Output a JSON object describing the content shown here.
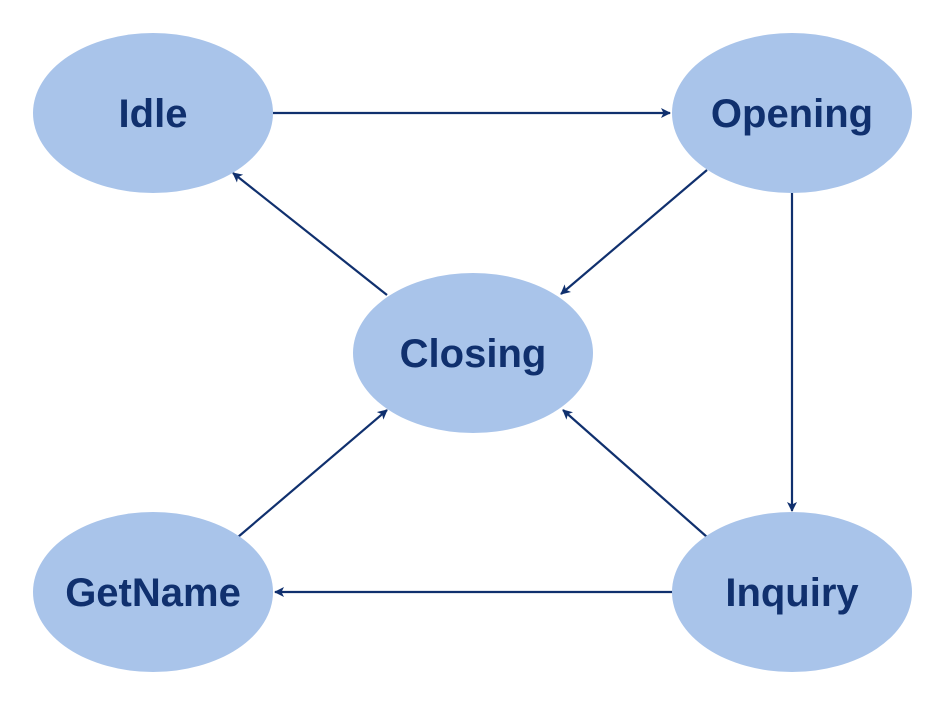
{
  "diagram": {
    "colors": {
      "node_fill": "#a9c4ea",
      "text": "#10306e",
      "edge": "#10306e",
      "background": "#ffffff"
    },
    "nodes": [
      {
        "id": "idle",
        "label": "Idle"
      },
      {
        "id": "opening",
        "label": "Opening"
      },
      {
        "id": "closing",
        "label": "Closing"
      },
      {
        "id": "getname",
        "label": "GetName"
      },
      {
        "id": "inquiry",
        "label": "Inquiry"
      }
    ],
    "edges": [
      {
        "from": "idle",
        "to": "opening"
      },
      {
        "from": "opening",
        "to": "closing"
      },
      {
        "from": "opening",
        "to": "inquiry"
      },
      {
        "from": "closing",
        "to": "idle"
      },
      {
        "from": "getname",
        "to": "closing"
      },
      {
        "from": "inquiry",
        "to": "closing"
      },
      {
        "from": "inquiry",
        "to": "getname"
      }
    ]
  }
}
